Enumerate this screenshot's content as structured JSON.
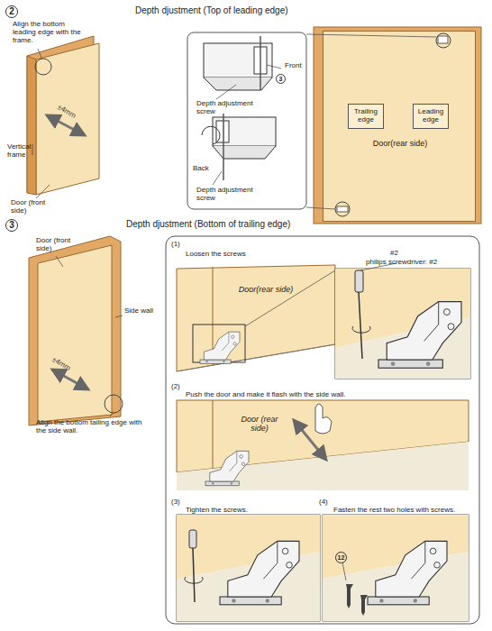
{
  "diagram": {
    "nodes": [
      {
        "text": [
          "Door(rear side)"
        ]
      },
      {
        "text": [
          "Trailing edge"
        ],
        "in": 0
      },
      {
        "text": [
          "Leading edge"
        ],
        "in": 0
      }
    ],
    "labels": [
      "2",
      "Depth djustment (Top of leading edge)",
      "Align the bottom leading edge with the frame.",
      "±4mm",
      "Vertical frame",
      "Door (front side)",
      "Front",
      "3",
      "Depth adjustment screw",
      "Back",
      "Depth adjustment screw",
      "3",
      "Depth djustment (Bottom of trailing edge)",
      "Door (front side)",
      "Side wall",
      "±4mm",
      "Align the bottom tailing edge with the side wall.",
      "(1)",
      "Loosen the screws",
      "Door(rear side)",
      "#2",
      "philips screwdriver: #2",
      "(2)",
      "Push the door and make it flash with the side wall.",
      "Door (rear side)",
      "(3)",
      "Tighten the screws.",
      "(4)",
      "Fasten the rest two holes with screws.",
      "12"
    ]
  }
}
